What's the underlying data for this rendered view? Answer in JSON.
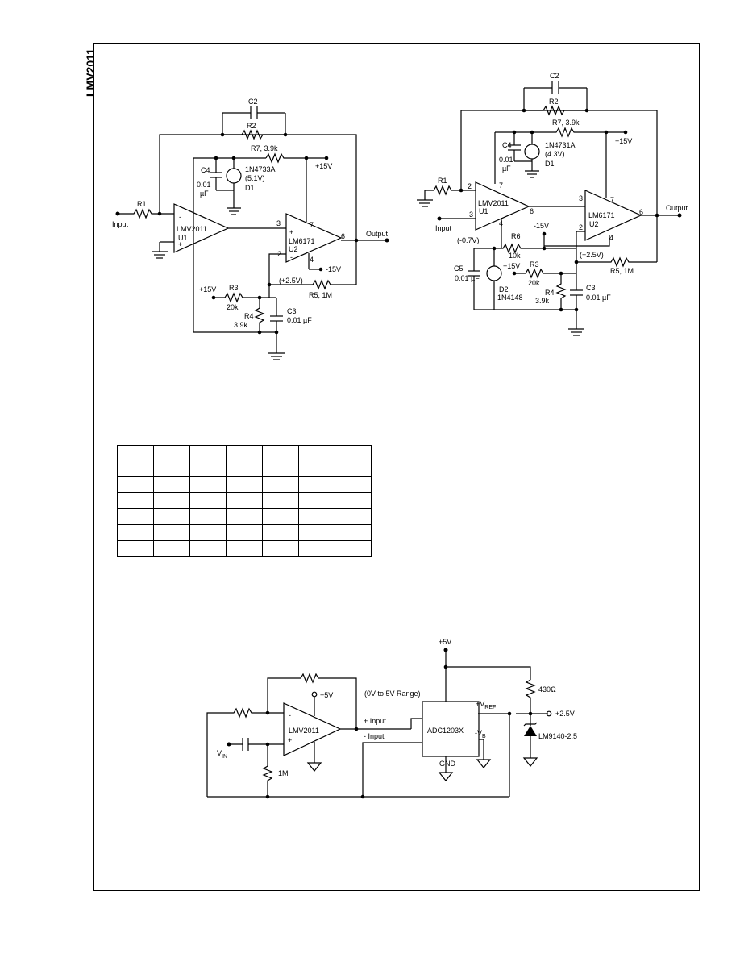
{
  "page": {
    "side_title": "LMV2011"
  },
  "circuit_a": {
    "c2": "C2",
    "r2": "R2",
    "r7": "R7, 3.9k",
    "plus15_top": "+15V",
    "c4": "C4",
    "c4_val1": "0.01",
    "c4_val2": "µF",
    "d1_part": "1N4733A",
    "d1_v": "(5.1V)",
    "d1": "D1",
    "r1": "R1",
    "input": "Input",
    "op1": "LMV2011",
    "u1": "U1",
    "op2": "LM6171",
    "u2": "U2",
    "pin3": "3",
    "pin7": "7",
    "pin6": "6",
    "pin2": "2",
    "pin4": "4",
    "output": "Output",
    "minus15": "-15V",
    "plus25": "(+2.5V)",
    "r5": "R5, 1M",
    "plus15_left": "+15V",
    "r3": "R3",
    "r3_val": "20k",
    "r4": "R4",
    "r4_val": "3.9k",
    "c3": "C3",
    "c3_val": "0.01 µF"
  },
  "circuit_b": {
    "c2": "C2",
    "r2": "R2",
    "r7": "R7, 3.9k",
    "plus15": "+15V",
    "c4": "C4",
    "c4_val1": "0.01",
    "c4_val2": "µF",
    "d1_part": "1N4731A",
    "d1_v": "(4.3V)",
    "d1": "D1",
    "r1": "R1",
    "input": "Input",
    "op1": "LMV2011",
    "u1": "U1",
    "pin2a": "2",
    "pin3a": "3",
    "pin7a": "7",
    "pin4a": "4",
    "pin6a": "6",
    "pin3b": "3",
    "pin7b": "7",
    "pin2b": "2",
    "pin4b": "4",
    "pin6b": "6",
    "op2": "LM6171",
    "u2": "U2",
    "output": "Output",
    "minus15": "-15V",
    "minus07": "(-0.7V)",
    "r6": "R6",
    "r6_val": "10k",
    "plus15b": "+15V",
    "c5": "C5",
    "c5_val": "0.01 µF",
    "r3": "R3",
    "r3_val": "20k",
    "d2": "D2",
    "d2_part": "1N4148",
    "r4": "R4",
    "r4_val": "3.9k",
    "c3": "C3",
    "c3_val": "0.01 µF",
    "plus25": "(+2.5V)",
    "r5": "R5, 1M"
  },
  "circuit_c": {
    "plus5_top": "+5V",
    "range": "(0V to 5V Range)",
    "plus5_op": "+5V",
    "op": "LMV2011",
    "vref": "+V",
    "vref_sub": "REF",
    "plus_input": "+ Input",
    "minus_input": "- Input",
    "adc": "ADC1203X",
    "vb": "-V",
    "vb_sub": "B",
    "gnd": "GND",
    "vin": "V",
    "vin_sub": "IN",
    "r1m": "1M",
    "r430": "430Ω",
    "plus25": "+2.5V",
    "ref_part": "LM9140-2.5"
  }
}
